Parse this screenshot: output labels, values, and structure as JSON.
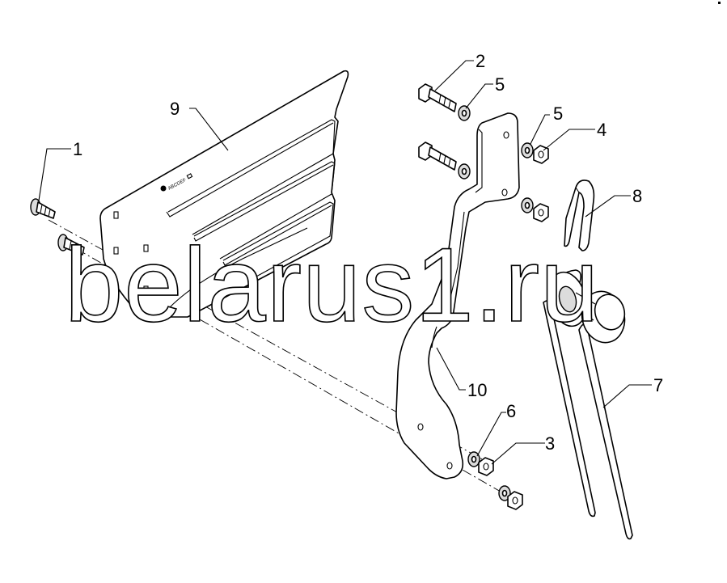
{
  "diagram": {
    "watermark": "belarus1.ru",
    "plate_marking": "ABCDEF",
    "callouts": [
      {
        "id": "1",
        "label": "1"
      },
      {
        "id": "2",
        "label": "2"
      },
      {
        "id": "3",
        "label": "3"
      },
      {
        "id": "4",
        "label": "4"
      },
      {
        "id": "5a",
        "label": "5"
      },
      {
        "id": "5b",
        "label": "5"
      },
      {
        "id": "6",
        "label": "6"
      },
      {
        "id": "7",
        "label": "7"
      },
      {
        "id": "8",
        "label": "8"
      },
      {
        "id": "9",
        "label": "9"
      },
      {
        "id": "10",
        "label": "10"
      }
    ]
  }
}
